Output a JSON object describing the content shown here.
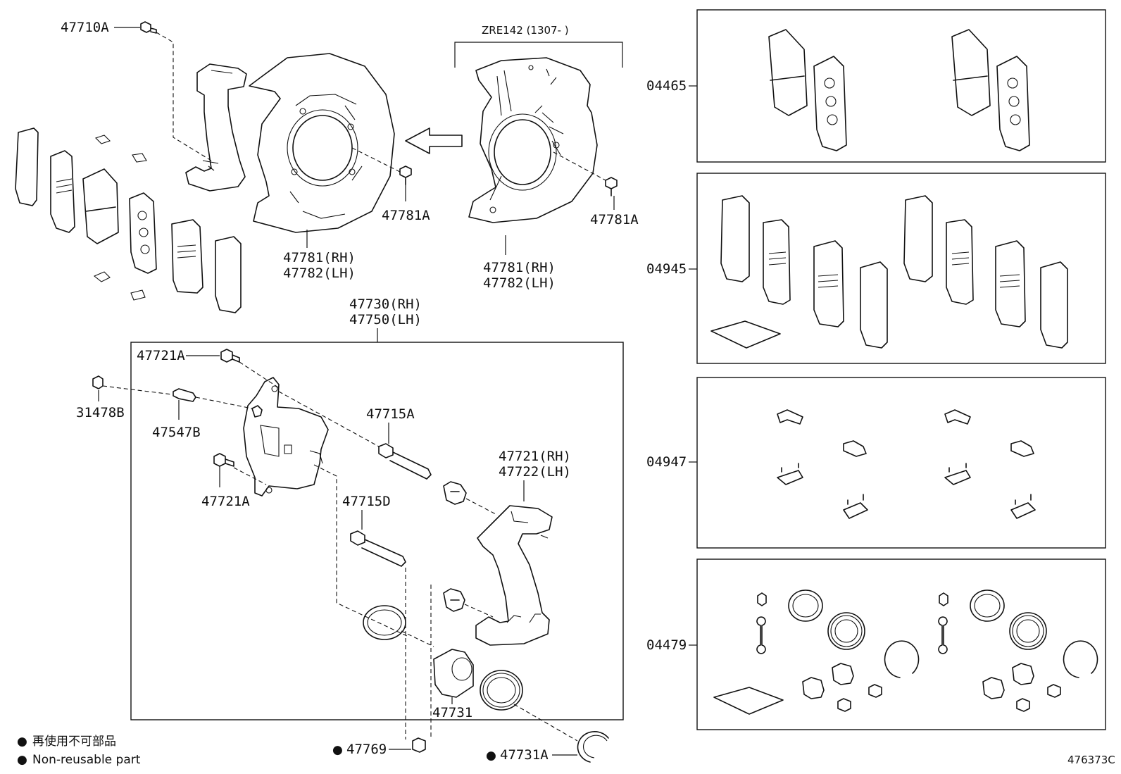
{
  "diagram_code": "476373C",
  "header_note": "ZRE142 (1307-      )",
  "legend": {
    "marker": "●",
    "jp": "再使用不可部品",
    "en": "Non-reusable part"
  },
  "labels": {
    "p47710A": "47710A",
    "p47781A_1": "47781A",
    "p47781A_2": "47781A",
    "shield1_rh": "47781(RH)",
    "shield1_lh": "47782(LH)",
    "shield2_rh": "47781(RH)",
    "shield2_lh": "47782(LH)",
    "caliper_rh": "47730(RH)",
    "caliper_lh": "47750(LH)",
    "p47721A_1": "47721A",
    "p31478B": "31478B",
    "p47547B": "47547B",
    "p47721A_2": "47721A",
    "p47715A": "47715A",
    "p47715D": "47715D",
    "mount_rh": "47721(RH)",
    "mount_lh": "47722(LH)",
    "p47731": "47731",
    "p47769": "47769",
    "p47731A": "47731A"
  },
  "kits": {
    "k04465": "04465",
    "k04945": "04945",
    "k04947": "04947",
    "k04479": "04479"
  },
  "colors": {
    "ink": "#111111",
    "background": "#ffffff"
  }
}
